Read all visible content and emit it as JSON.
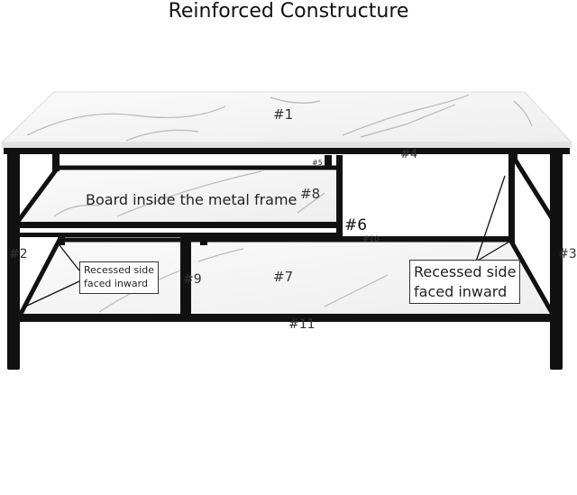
{
  "title": "Reinforced Constructure",
  "labels": {
    "p1": "#1",
    "p2": "#2",
    "p3": "#3",
    "p4": "#4",
    "p5": "#5",
    "p6": "#6",
    "p7": "#7",
    "p8": "#8",
    "p9": "#9",
    "p10": "#10",
    "p11": "#11"
  },
  "board_note": "Board inside the metal frame",
  "callout_left": {
    "line1": "Recessed side",
    "line2": "faced inward"
  },
  "callout_right": {
    "line1": "Recessed side",
    "line2": "faced inward"
  },
  "colors": {
    "frame": "#111111",
    "marble": "#f4f4f4",
    "vein": "#b9b9b9"
  }
}
